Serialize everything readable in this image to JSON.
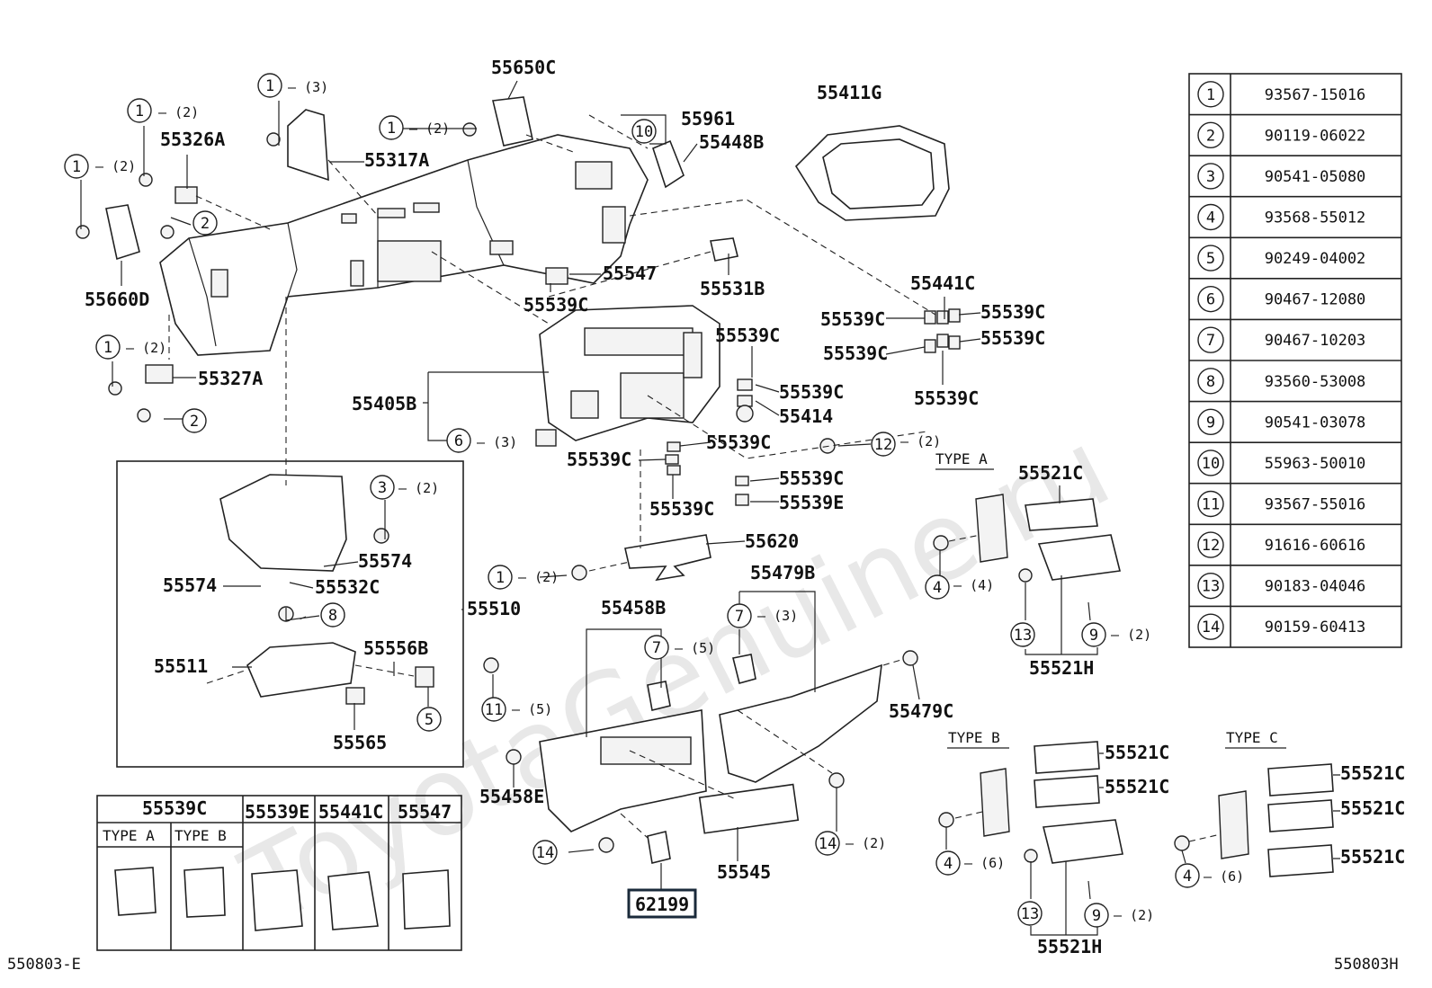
{
  "parts": {
    "p55650C": "55650C",
    "p55961": "55961",
    "p55448B": "55448B",
    "p55411G": "55411G",
    "p55326A": "55326A",
    "p55317A": "55317A",
    "p55660D": "55660D",
    "p55327A": "55327A",
    "p55547": "55547",
    "p55531B": "55531B",
    "p55539C_a": "55539C",
    "p55441C": "55441C",
    "p55539C_b": "55539C",
    "p55539C_c": "55539C",
    "p55539C_d": "55539C",
    "p55539C_e": "55539C",
    "p55539C_f": "55539C",
    "p55539C_g": "55539C",
    "p55405B": "55405B",
    "p55539C_h": "55539C",
    "p55414": "55414",
    "p55539C_i": "55539C",
    "p55539C_j": "55539C",
    "p55539C_k": "55539C",
    "p55539C_l": "55539C",
    "p55539E": "55539E",
    "p55620": "55620",
    "p55574_a": "55574",
    "p55574_b": "55574",
    "p55532C": "55532C",
    "p55510": "55510",
    "p55511": "55511",
    "p55556B": "55556B",
    "p55565": "55565",
    "p55458B": "55458B",
    "p55479B": "55479B",
    "p55479C": "55479C",
    "p55458E": "55458E",
    "p55545": "55545",
    "p62199": "62199",
    "p55521C_a": "55521C",
    "p55521H_a": "55521H",
    "p55521C_b1": "55521C",
    "p55521C_b2": "55521C",
    "p55521H_b": "55521H",
    "p55521C_c1": "55521C",
    "p55521C_c2": "55521C",
    "p55521C_c3": "55521C"
  },
  "qty": {
    "q1": "(3)",
    "q2": "(2)",
    "q3": "(2)",
    "q4": "(2)",
    "q5": "(2)",
    "q6": "(3)",
    "q7": "(2)",
    "q8": "(2)",
    "q9": "(2)",
    "q10": "(4)",
    "q11": "(2)",
    "q12": "(5)",
    "q13": "(3)",
    "q14": "(5)",
    "q15": "(2)",
    "q16": "(6)",
    "q17": "(2)",
    "q18": "(6)"
  },
  "types": {
    "type_a": "TYPE A",
    "type_b": "TYPE B",
    "type_c": "TYPE C"
  },
  "ref_table": [
    {
      "num": "1",
      "part": "93567-15016"
    },
    {
      "num": "2",
      "part": "90119-06022"
    },
    {
      "num": "3",
      "part": "90541-05080"
    },
    {
      "num": "4",
      "part": "93568-55012"
    },
    {
      "num": "5",
      "part": "90249-04002"
    },
    {
      "num": "6",
      "part": "90467-12080"
    },
    {
      "num": "7",
      "part": "90467-10203"
    },
    {
      "num": "8",
      "part": "93560-53008"
    },
    {
      "num": "9",
      "part": "90541-03078"
    },
    {
      "num": "10",
      "part": "55963-50010"
    },
    {
      "num": "11",
      "part": "93567-55016"
    },
    {
      "num": "12",
      "part": "91616-60616"
    },
    {
      "num": "13",
      "part": "90183-04046"
    },
    {
      "num": "14",
      "part": "90159-60413"
    }
  ],
  "legend": {
    "h_55539C": "55539C",
    "h_typeA": "TYPE A",
    "h_typeB": "TYPE B",
    "h_55539E": "55539E",
    "h_55441C": "55441C",
    "h_55547": "55547"
  },
  "footer": {
    "left": "550803-E",
    "right": "550803H"
  },
  "watermark": "ToyotaGenuine.ru"
}
